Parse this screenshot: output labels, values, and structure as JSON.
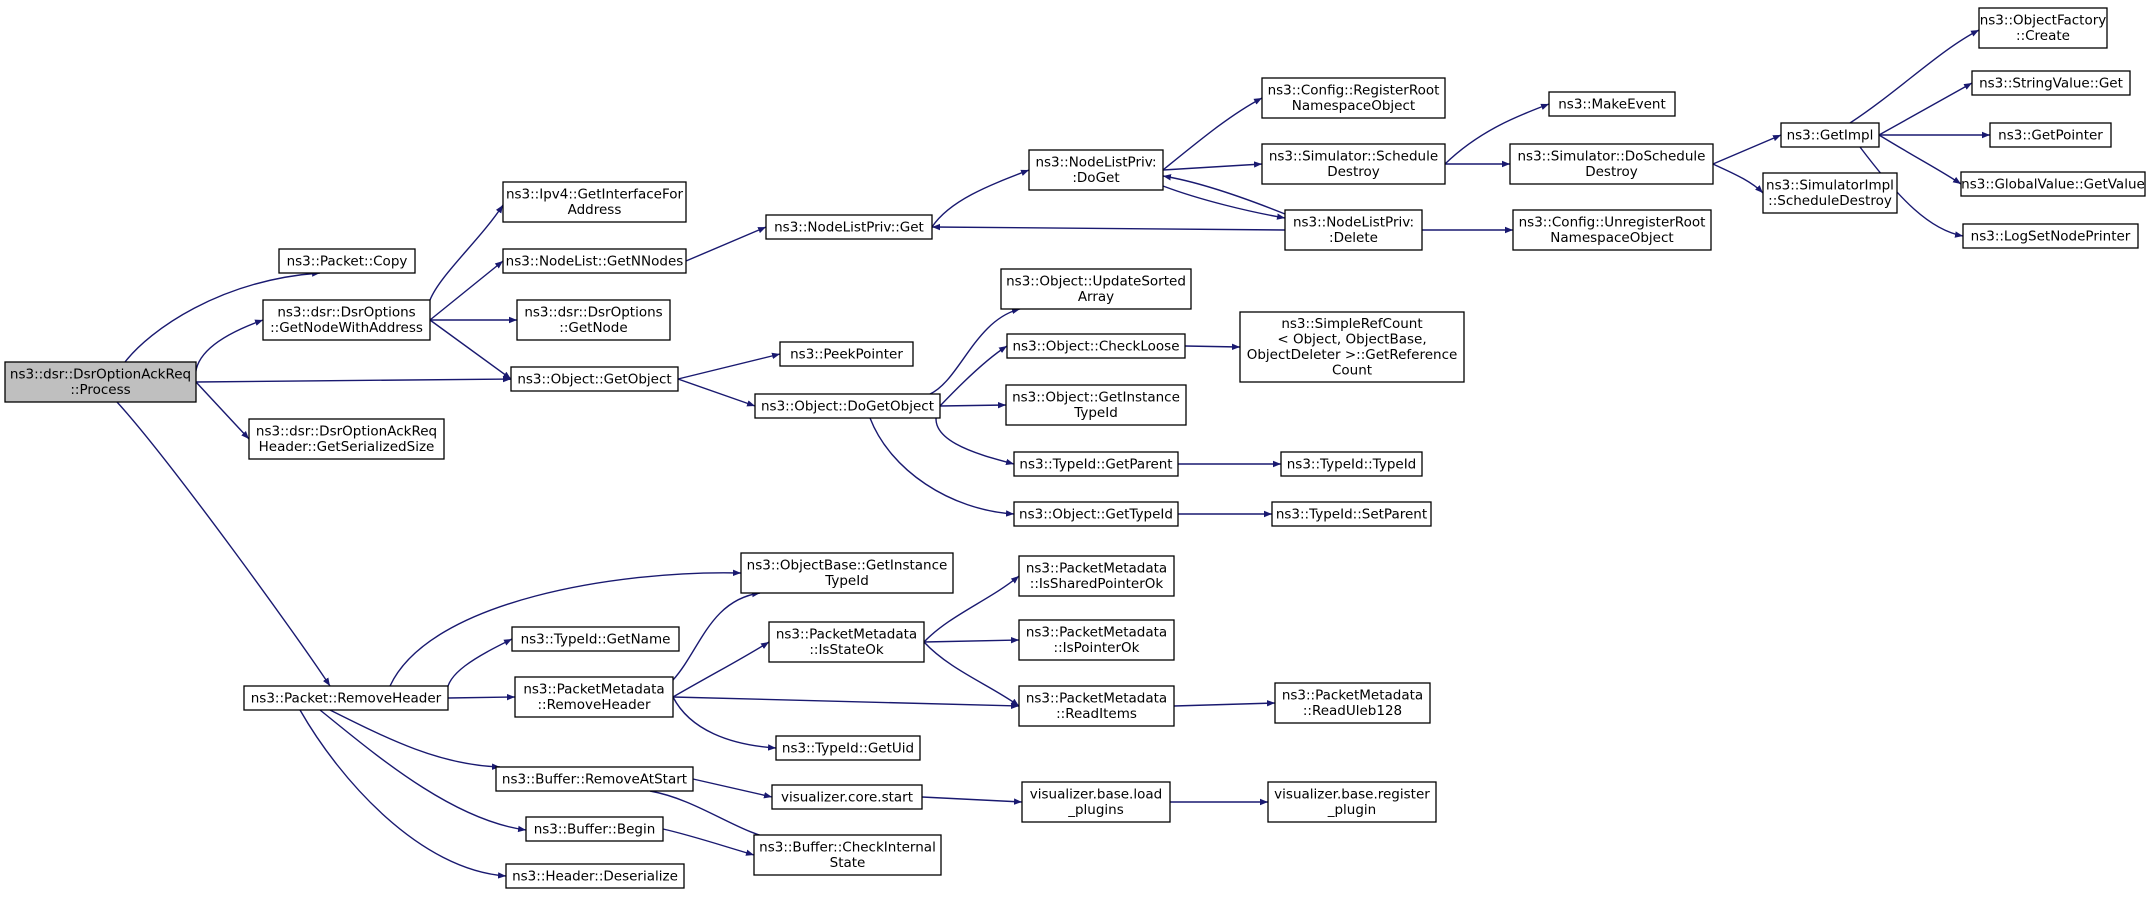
{
  "diagram": {
    "colors": {
      "edge": "#191970",
      "root_fill": "#bfbfbf",
      "node_fill": "#ffffff",
      "node_border": "#000000",
      "truncated_border": "#ff0000"
    },
    "nodes": [
      {
        "id": "root",
        "lines": [
          "ns3::dsr::DsrOptionAckReq",
          "::Process"
        ],
        "style": "root"
      },
      {
        "id": "packet_copy",
        "lines": [
          "ns3::Packet::Copy"
        ]
      },
      {
        "id": "getnodewithaddress",
        "lines": [
          "ns3::dsr::DsrOptions",
          "::GetNodeWithAddress"
        ]
      },
      {
        "id": "object_getobject",
        "lines": [
          "ns3::Object::GetObject"
        ]
      },
      {
        "id": "getserializedsize",
        "lines": [
          "ns3::dsr::DsrOptionAckReq",
          "Header::GetSerializedSize"
        ]
      },
      {
        "id": "packet_removeheader",
        "lines": [
          "ns3::Packet::RemoveHeader"
        ]
      },
      {
        "id": "ipv4_getinterface",
        "lines": [
          "ns3::Ipv4::GetInterfaceFor",
          "Address"
        ]
      },
      {
        "id": "nodelist_getnnodes",
        "lines": [
          "ns3::NodeList::GetNNodes"
        ]
      },
      {
        "id": "dsroptions_getnode",
        "lines": [
          "ns3::dsr::DsrOptions",
          "::GetNode"
        ]
      },
      {
        "id": "nodelistpriv_get",
        "lines": [
          "ns3::NodeListPriv::Get"
        ]
      },
      {
        "id": "nodelistpriv_doget",
        "lines": [
          "ns3::NodeListPriv:",
          ":DoGet"
        ]
      },
      {
        "id": "config_registerroot",
        "lines": [
          "ns3::Config::RegisterRoot",
          "NamespaceObject"
        ]
      },
      {
        "id": "simulator_scheduledestroy",
        "lines": [
          "ns3::Simulator::Schedule",
          "Destroy"
        ]
      },
      {
        "id": "nodelistpriv_delete",
        "lines": [
          "ns3::NodeListPriv:",
          ":Delete"
        ]
      },
      {
        "id": "makeevent",
        "lines": [
          "ns3::MakeEvent"
        ]
      },
      {
        "id": "simulator_doscheduledestroy",
        "lines": [
          "ns3::Simulator::DoSchedule",
          "Destroy"
        ]
      },
      {
        "id": "config_unregisterroot",
        "lines": [
          "ns3::Config::UnregisterRoot",
          "NamespaceObject"
        ]
      },
      {
        "id": "getimpl",
        "lines": [
          "ns3::GetImpl"
        ],
        "style": "truncated"
      },
      {
        "id": "simulatorimpl_scheduledestroy",
        "lines": [
          "ns3::SimulatorImpl",
          "::ScheduleDestroy"
        ]
      },
      {
        "id": "objectfactory_create",
        "lines": [
          "ns3::ObjectFactory",
          "::Create"
        ],
        "style": "truncated"
      },
      {
        "id": "stringvalue_get",
        "lines": [
          "ns3::StringValue::Get"
        ]
      },
      {
        "id": "getpointer",
        "lines": [
          "ns3::GetPointer"
        ],
        "style": "truncated"
      },
      {
        "id": "globalvalue_getvalue",
        "lines": [
          "ns3::GlobalValue::GetValue"
        ],
        "style": "truncated"
      },
      {
        "id": "logsetnodeprinter",
        "lines": [
          "ns3::LogSetNodePrinter"
        ]
      },
      {
        "id": "peekpointer",
        "lines": [
          "ns3::PeekPointer"
        ]
      },
      {
        "id": "object_dogetobject",
        "lines": [
          "ns3::Object::DoGetObject"
        ]
      },
      {
        "id": "object_updatesorted",
        "lines": [
          "ns3::Object::UpdateSorted",
          "Array"
        ]
      },
      {
        "id": "object_checkloose",
        "lines": [
          "ns3::Object::CheckLoose"
        ]
      },
      {
        "id": "simplerefcount",
        "lines": [
          "ns3::SimpleRefCount",
          "< Object, ObjectBase,",
          "ObjectDeleter >::GetReference",
          "Count"
        ]
      },
      {
        "id": "object_getinstancetypeid",
        "lines": [
          "ns3::Object::GetInstance",
          "TypeId"
        ]
      },
      {
        "id": "typeid_getparent",
        "lines": [
          "ns3::TypeId::GetParent"
        ]
      },
      {
        "id": "typeid_typeid",
        "lines": [
          "ns3::TypeId::TypeId"
        ]
      },
      {
        "id": "object_gettypeid",
        "lines": [
          "ns3::Object::GetTypeId"
        ]
      },
      {
        "id": "typeid_setparent",
        "lines": [
          "ns3::TypeId::SetParent"
        ]
      },
      {
        "id": "objectbase_getinstancetypeid",
        "lines": [
          "ns3::ObjectBase::GetInstance",
          "TypeId"
        ]
      },
      {
        "id": "typeid_getname",
        "lines": [
          "ns3::TypeId::GetName"
        ]
      },
      {
        "id": "packetmetadata_removeheader",
        "lines": [
          "ns3::PacketMetadata",
          "::RemoveHeader"
        ]
      },
      {
        "id": "packetmetadata_isstateok",
        "lines": [
          "ns3::PacketMetadata",
          "::IsStateOk"
        ]
      },
      {
        "id": "packetmetadata_issharedpointerok",
        "lines": [
          "ns3::PacketMetadata",
          "::IsSharedPointerOk"
        ]
      },
      {
        "id": "packetmetadata_ispointerok",
        "lines": [
          "ns3::PacketMetadata",
          "::IsPointerOk"
        ]
      },
      {
        "id": "packetmetadata_readitems",
        "lines": [
          "ns3::PacketMetadata",
          "::ReadItems"
        ]
      },
      {
        "id": "packetmetadata_readuleb128",
        "lines": [
          "ns3::PacketMetadata",
          "::ReadUleb128"
        ]
      },
      {
        "id": "typeid_getuid",
        "lines": [
          "ns3::TypeId::GetUid"
        ]
      },
      {
        "id": "buffer_removeatstart",
        "lines": [
          "ns3::Buffer::RemoveAtStart"
        ]
      },
      {
        "id": "visualizer_core_start",
        "lines": [
          "visualizer.core.start"
        ]
      },
      {
        "id": "visualizer_base_load",
        "lines": [
          "visualizer.base.load",
          "_plugins"
        ]
      },
      {
        "id": "visualizer_base_register",
        "lines": [
          "visualizer.base.register",
          "_plugin"
        ]
      },
      {
        "id": "buffer_begin",
        "lines": [
          "ns3::Buffer::Begin"
        ]
      },
      {
        "id": "buffer_checkinternal",
        "lines": [
          "ns3::Buffer::CheckInternal",
          "State"
        ]
      },
      {
        "id": "header_deserialize",
        "lines": [
          "ns3::Header::Deserialize"
        ]
      }
    ],
    "edges": [
      [
        "root",
        "packet_copy"
      ],
      [
        "root",
        "getnodewithaddress"
      ],
      [
        "root",
        "object_getobject"
      ],
      [
        "root",
        "getserializedsize"
      ],
      [
        "root",
        "packet_removeheader"
      ],
      [
        "getnodewithaddress",
        "ipv4_getinterface"
      ],
      [
        "getnodewithaddress",
        "nodelist_getnnodes"
      ],
      [
        "getnodewithaddress",
        "dsroptions_getnode"
      ],
      [
        "getnodewithaddress",
        "object_getobject"
      ],
      [
        "nodelist_getnnodes",
        "nodelistpriv_get"
      ],
      [
        "nodelistpriv_get",
        "nodelistpriv_doget"
      ],
      [
        "nodelistpriv_doget",
        "config_registerroot"
      ],
      [
        "nodelistpriv_doget",
        "simulator_scheduledestroy"
      ],
      [
        "nodelistpriv_doget",
        "nodelistpriv_delete"
      ],
      [
        "nodelistpriv_delete",
        "nodelistpriv_doget"
      ],
      [
        "nodelistpriv_delete",
        "nodelistpriv_get"
      ],
      [
        "nodelistpriv_delete",
        "config_unregisterroot"
      ],
      [
        "simulator_scheduledestroy",
        "makeevent"
      ],
      [
        "simulator_scheduledestroy",
        "simulator_doscheduledestroy"
      ],
      [
        "simulator_doscheduledestroy",
        "getimpl"
      ],
      [
        "simulator_doscheduledestroy",
        "simulatorimpl_scheduledestroy"
      ],
      [
        "getimpl",
        "objectfactory_create"
      ],
      [
        "getimpl",
        "stringvalue_get"
      ],
      [
        "getimpl",
        "getpointer"
      ],
      [
        "getimpl",
        "globalvalue_getvalue"
      ],
      [
        "getimpl",
        "logsetnodeprinter"
      ],
      [
        "object_getobject",
        "peekpointer"
      ],
      [
        "object_getobject",
        "object_dogetobject"
      ],
      [
        "object_dogetobject",
        "object_updatesorted"
      ],
      [
        "object_dogetobject",
        "object_checkloose"
      ],
      [
        "object_dogetobject",
        "object_getinstancetypeid"
      ],
      [
        "object_dogetobject",
        "typeid_getparent"
      ],
      [
        "object_dogetobject",
        "object_gettypeid"
      ],
      [
        "object_checkloose",
        "simplerefcount"
      ],
      [
        "typeid_getparent",
        "typeid_typeid"
      ],
      [
        "object_gettypeid",
        "typeid_setparent"
      ],
      [
        "packet_removeheader",
        "objectbase_getinstancetypeid"
      ],
      [
        "packet_removeheader",
        "typeid_getname"
      ],
      [
        "packet_removeheader",
        "packetmetadata_removeheader"
      ],
      [
        "packet_removeheader",
        "buffer_removeatstart"
      ],
      [
        "packet_removeheader",
        "buffer_begin"
      ],
      [
        "packet_removeheader",
        "header_deserialize"
      ],
      [
        "packetmetadata_removeheader",
        "objectbase_getinstancetypeid"
      ],
      [
        "packetmetadata_removeheader",
        "packetmetadata_isstateok"
      ],
      [
        "packetmetadata_removeheader",
        "packetmetadata_readitems"
      ],
      [
        "packetmetadata_removeheader",
        "typeid_getuid"
      ],
      [
        "packetmetadata_isstateok",
        "packetmetadata_issharedpointerok"
      ],
      [
        "packetmetadata_isstateok",
        "packetmetadata_ispointerok"
      ],
      [
        "packetmetadata_isstateok",
        "packetmetadata_readitems"
      ],
      [
        "packetmetadata_readitems",
        "packetmetadata_readuleb128"
      ],
      [
        "buffer_removeatstart",
        "visualizer_core_start"
      ],
      [
        "buffer_removeatstart",
        "buffer_checkinternal"
      ],
      [
        "buffer_begin",
        "buffer_checkinternal"
      ],
      [
        "visualizer_core_start",
        "visualizer_base_load"
      ],
      [
        "visualizer_base_load",
        "visualizer_base_register"
      ]
    ]
  }
}
